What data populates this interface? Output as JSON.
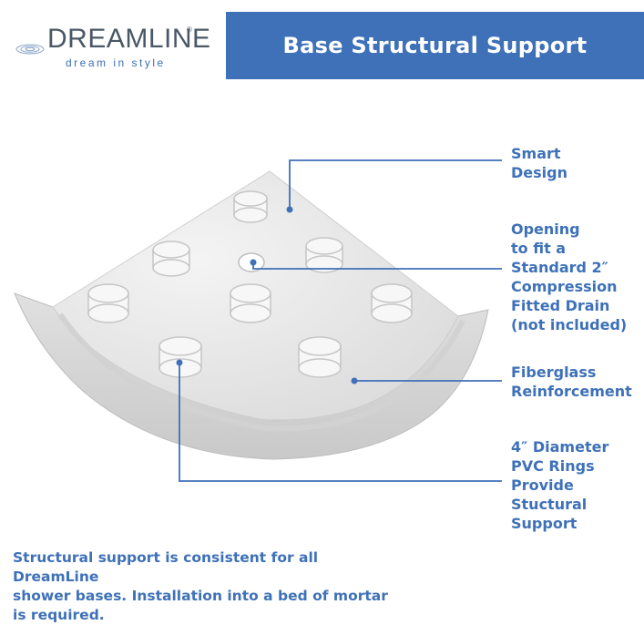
{
  "brand": {
    "name": "DREAMLINE",
    "tagline": "dream in style",
    "registered": "®"
  },
  "banner": {
    "title": "Base Structural Support"
  },
  "callouts": [
    {
      "text": "Smart\nDesign"
    },
    {
      "text": "Opening\nto fit a\nStandard 2″\nCompression\nFitted Drain\n(not included)"
    },
    {
      "text": "Fiberglass\nReinforcement"
    },
    {
      "text": "4″ Diameter\nPVC Rings\nProvide\nStuctural\nSupport"
    }
  ],
  "note": {
    "text": "Structural support is consistent for all DreamLine\nshower bases. Installation into a bed of mortar\nis required."
  },
  "colors": {
    "accent": "#3e71b8",
    "logo_gray": "#4a5866",
    "base": "#ececec"
  }
}
